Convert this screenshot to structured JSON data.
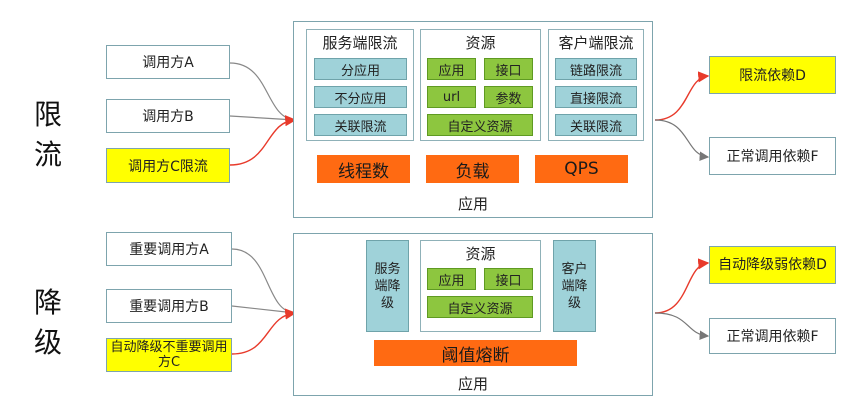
{
  "colors": {
    "teal": "#9fd2d9",
    "green": "#8dc63f",
    "orange": "#ff6a12",
    "yellow": "#ffff00",
    "red_arrow": "#e83a2b",
    "gray_arrow": "#777777"
  },
  "rate_limit": {
    "label": "限流",
    "callers": [
      "调用方A",
      "调用方B",
      "调用方C限流"
    ],
    "server": {
      "title": "服务端限流",
      "items": [
        "分应用",
        "不分应用",
        "关联限流"
      ]
    },
    "resource": {
      "title": "资源",
      "items": [
        "应用",
        "接口",
        "url",
        "参数",
        "自定义资源"
      ]
    },
    "client": {
      "title": "客户端限流",
      "items": [
        "链路限流",
        "直接限流",
        "关联限流"
      ]
    },
    "metrics": [
      "线程数",
      "负载",
      "QPS"
    ],
    "app_label": "应用",
    "dependencies": [
      "限流依赖D",
      "正常调用依赖F"
    ]
  },
  "degrade": {
    "label": "降级",
    "callers": [
      "重要调用方A",
      "重要调用方B",
      "自动降级不重要调用方C"
    ],
    "server": {
      "title": "服务端降级"
    },
    "resource": {
      "title": "资源",
      "items": [
        "应用",
        "接口",
        "自定义资源"
      ]
    },
    "client": {
      "title": "客户端降级"
    },
    "breaker": "阈值熔断",
    "app_label": "应用",
    "dependencies": [
      "自动降级弱依赖D",
      "正常调用依赖F"
    ]
  }
}
